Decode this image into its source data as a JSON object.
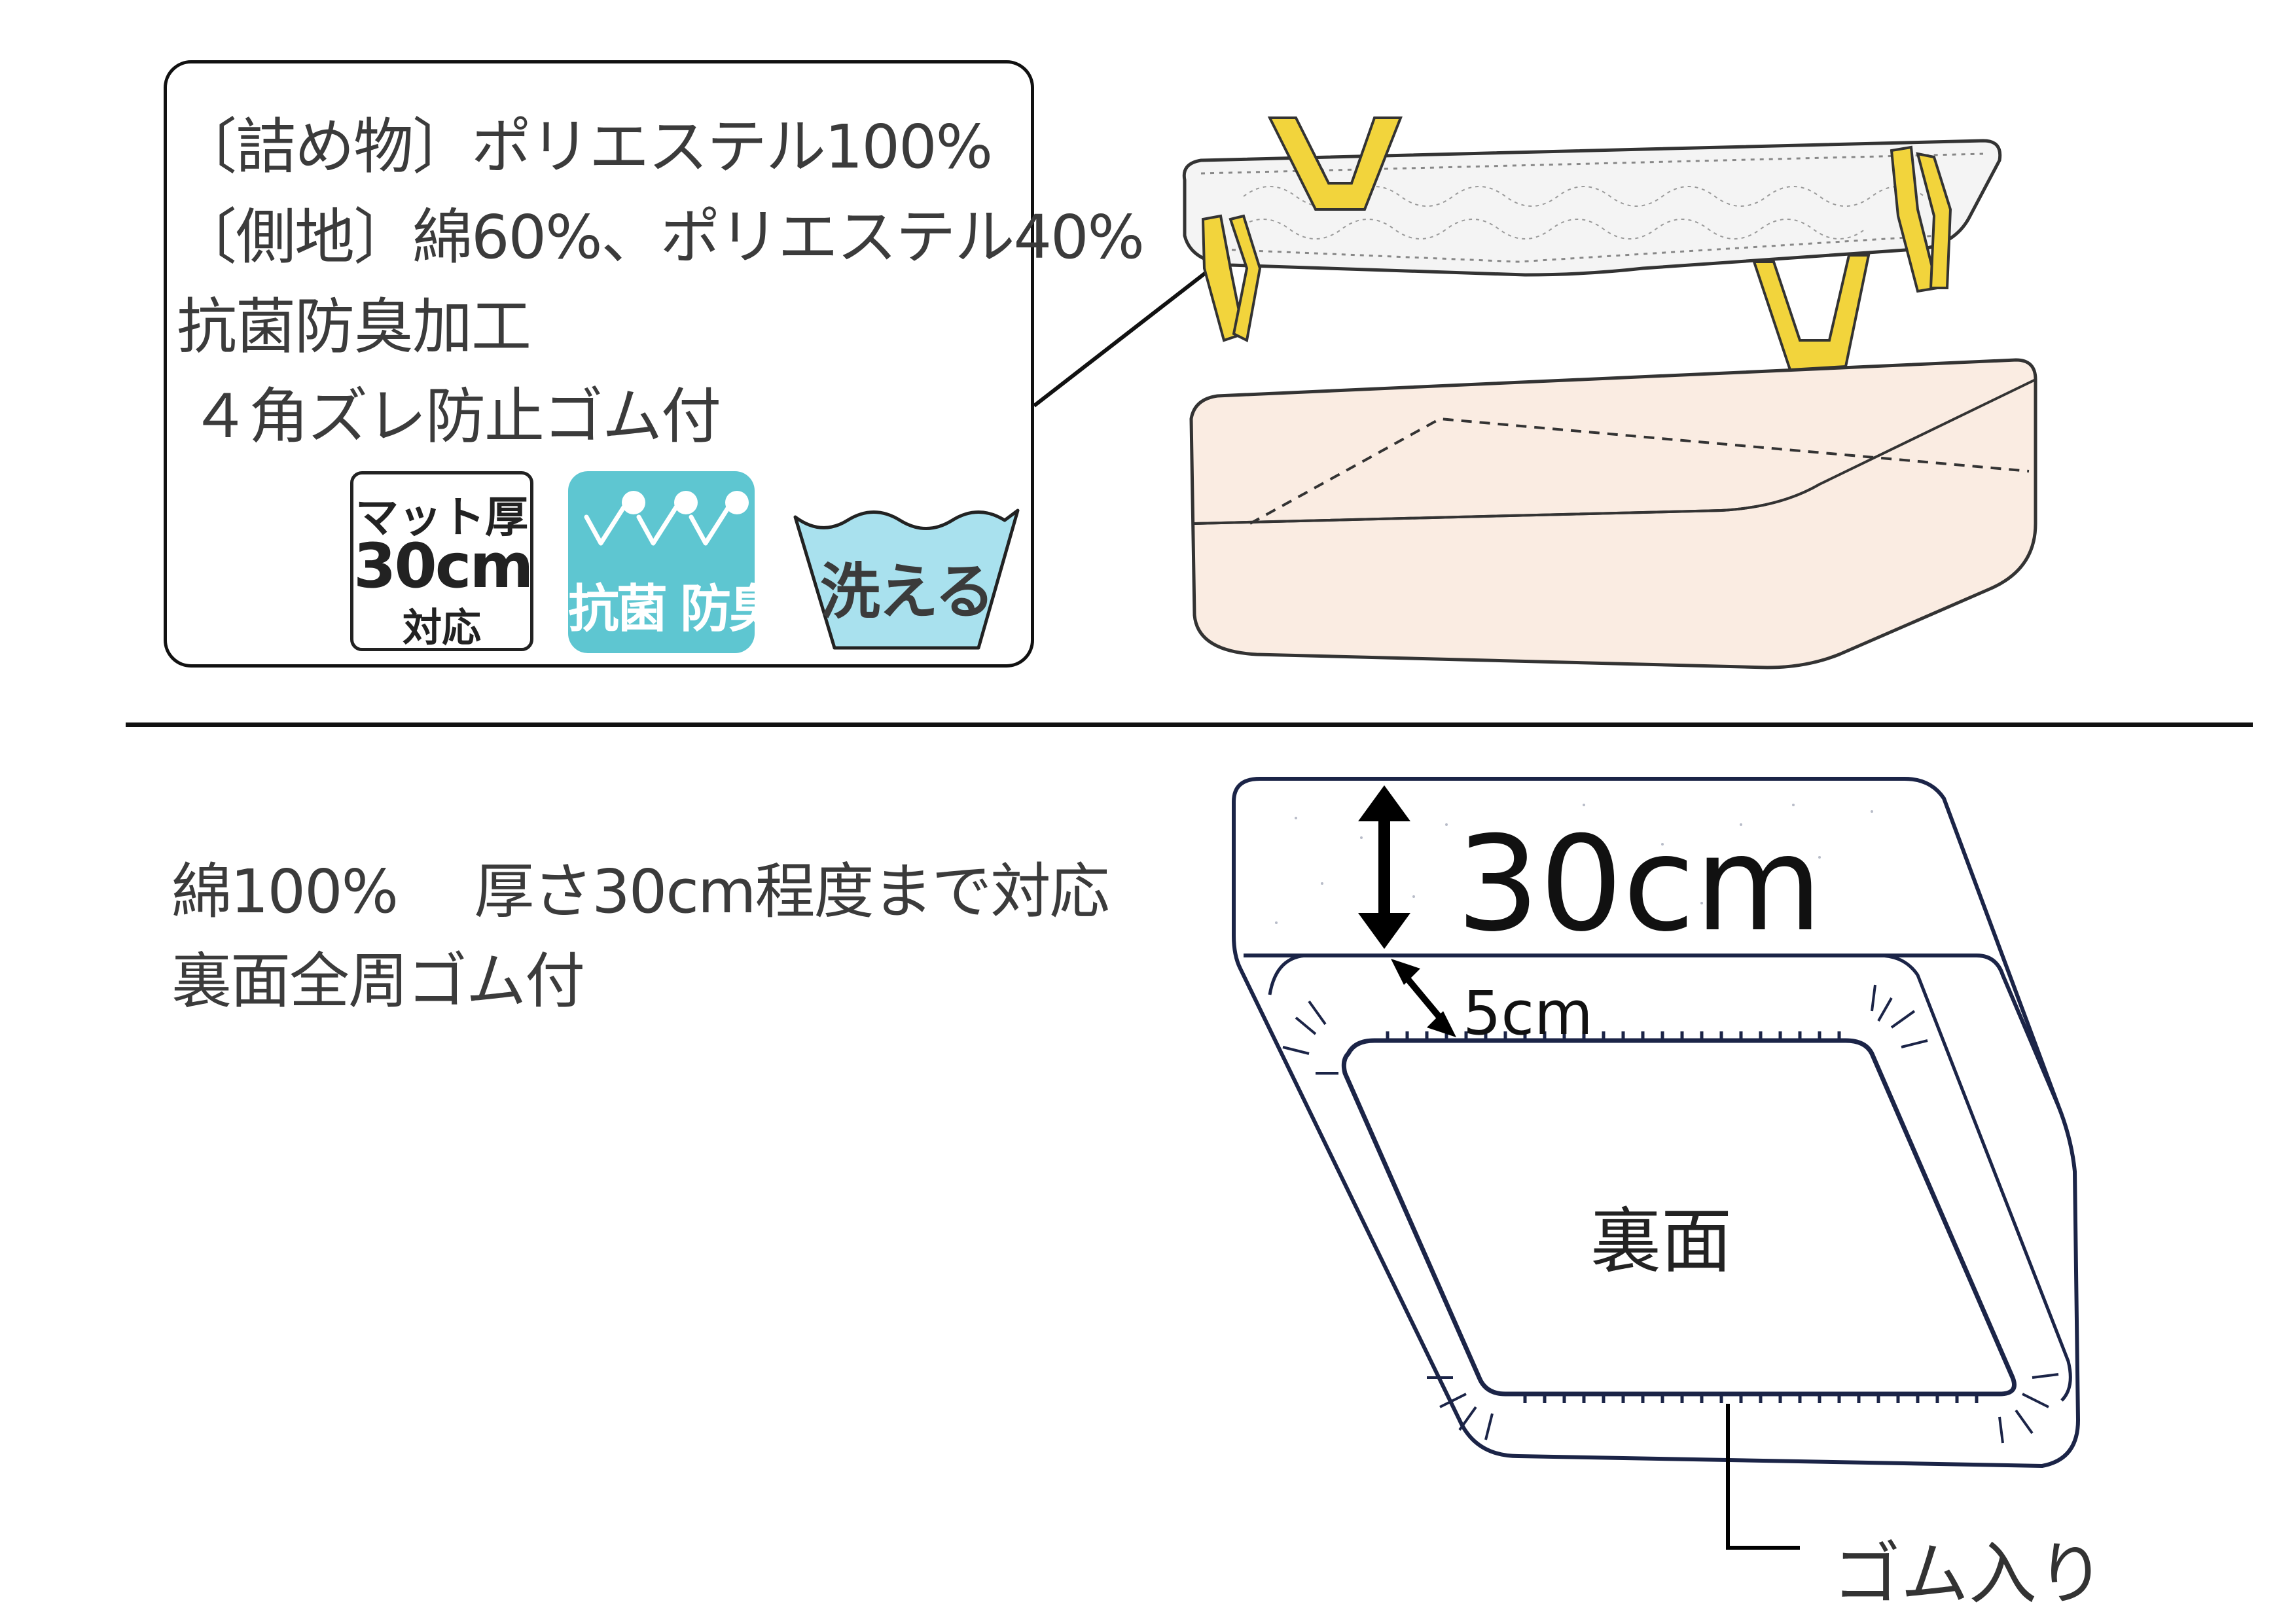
{
  "top_specs": {
    "filling": "〔詰め物〕ポリエステル100%",
    "fabric": "〔側地〕綿60%、ポリエステル40%",
    "treatment": "抗菌防臭加工",
    "corners": "４角ズレ防止ゴム付"
  },
  "badges": {
    "mattress": {
      "line1": "マット厚",
      "line2": "30cm",
      "line3": "対応"
    },
    "antibacterial": {
      "label": "抗菌 防臭",
      "color": "#5ec6d1"
    },
    "washable": {
      "label": "洗える",
      "color": "#a9e1ee"
    }
  },
  "bottom_specs": {
    "line1": "綿100%　 厚さ30cm程度まで対応",
    "line2": "裏面全周ゴム付"
  },
  "fitted_sheet_diagram": {
    "depth_label": "30cm",
    "hem_label": "5cm",
    "back_label": "裏面",
    "elastic_label": "ゴム入り"
  },
  "colors": {
    "strap_yellow": "#f2d43c",
    "mattress_fill": "#faece2",
    "sheet_outline": "#1b2447"
  }
}
